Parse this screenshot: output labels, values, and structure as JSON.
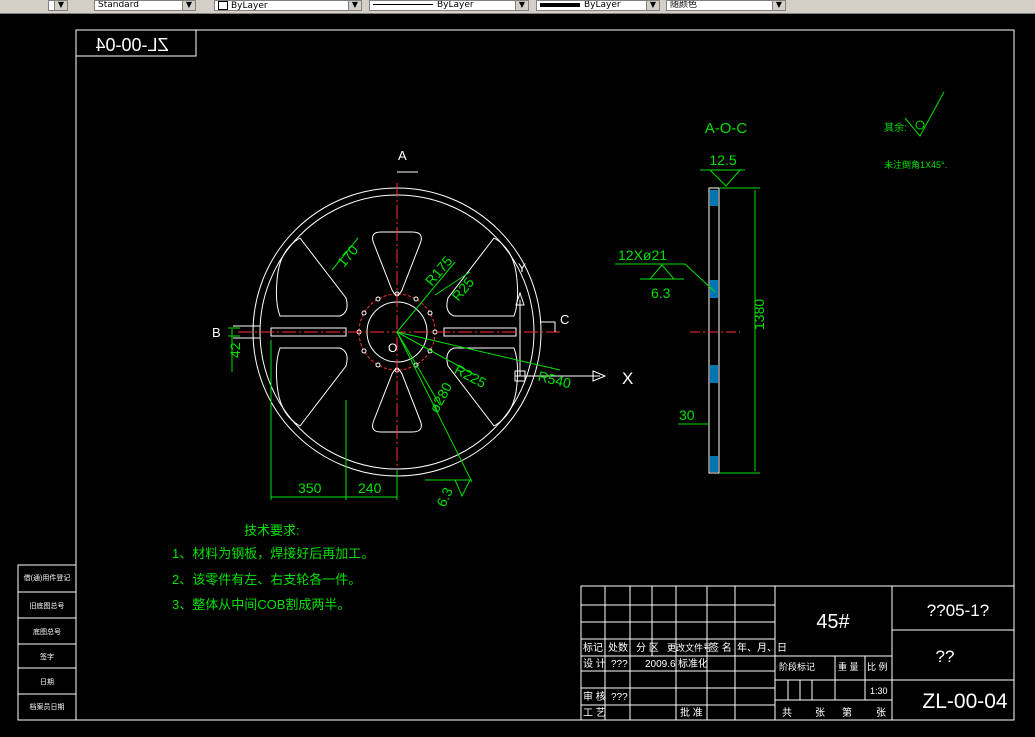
{
  "toolbar": {
    "textstyle": "Standard",
    "layer_color": "ByLayer",
    "linetype": "ByLayer",
    "lineweight": "ByLayer",
    "plotstyle": "随颜色"
  },
  "drawing": {
    "mirrored_title": "ZL-00-04",
    "view_label_a": "A",
    "view_label_b": "B",
    "view_label_c": "C",
    "axis_x": "X",
    "axis_y": "Y",
    "center_o": "O",
    "dims": {
      "d170": "170",
      "r175": "R175",
      "r25": "R25",
      "d42": "42",
      "r225": "R225",
      "r540": "R540",
      "phi280": "ø280",
      "d350": "350",
      "d240": "240",
      "rough_63a": "6.3"
    },
    "section": {
      "title": "A-O-C",
      "rough_125": "12.5",
      "holes": "12Xø21",
      "rough_63": "6.3",
      "height": "1380",
      "thick": "30"
    },
    "notes": {
      "rest_label": "其余:",
      "chamfer": "未注倒角1X45°.",
      "tech_title": "技术要求:",
      "lines": [
        "1、材料为钢板，焊接好后再加工。",
        "2、该零件有左、右支轮各一件。",
        "3、整体从中间COB割成两半。"
      ]
    },
    "left_table": [
      "借(通)用件登记",
      "旧底图总号",
      "底图总号",
      "签字",
      "日期",
      "档案员日期"
    ],
    "title_block": {
      "material": "45#",
      "part_name": "??05-1?",
      "part_name2": "??",
      "drawing_no": "ZL-00-04",
      "scale": "1:30",
      "h_biaoji": "标记",
      "h_chushu": "处数",
      "h_fenqu": "分 区",
      "h_genggai": "更改文件号",
      "h_qianming": "签 名",
      "h_nianyueri": "年、月、日",
      "h_sheji": "设 计",
      "v_designer": "???",
      "v_date": "2009.6",
      "h_biaozhunhua": "标准化",
      "h_shenhe": "审 核",
      "v_checker": "???",
      "h_gongyi": "工 艺",
      "h_pizhun": "批 准",
      "h_jieduan": "阶段标记",
      "h_zhongliang": "重 量",
      "h_bili": "比 例",
      "h_gong": "共",
      "h_zhang": "张",
      "h_di": "第",
      "h_zhang2": "张"
    }
  }
}
